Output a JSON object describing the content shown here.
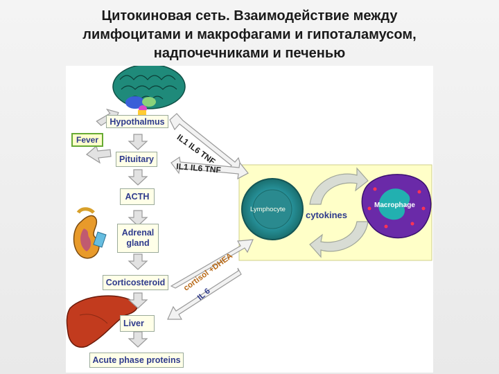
{
  "title": {
    "line1": "Цитокиновая сеть. Взаимодействие между",
    "line2": "лимфоцитами и макрофагами и гипоталамусом,",
    "line3": "надпочечниками и печенью"
  },
  "diagram": {
    "nodes": {
      "hypothalamus": "Hypothalmus",
      "fever": "Fever",
      "pituitary": "Pituitary",
      "acth": "ACTH",
      "adrenal": "Adrenal gland",
      "corticosteroid": "Corticosteroid",
      "liver": "Liver",
      "acute_phase": "Acute phase proteins"
    },
    "cells": {
      "lymphocyte": "Lymphocyte",
      "macrophage": "Macrophage",
      "cytokines": "cytokines"
    },
    "arrow_labels": {
      "to_hypothalamus": "IL1 IL6 TNF",
      "to_pituitary": "IL1 IL6 TNF",
      "from_adrenal": "cortisol +DHEA",
      "to_liver": "IL 6"
    }
  },
  "colors": {
    "box_fill": "#ffffe8",
    "box_text": "#2e3a8c",
    "panel_fill": "#ffffc8",
    "brain": "#1f8a7a",
    "liver": "#c23b1e",
    "macrophage": "#6a2aa8",
    "lymphocyte": "#2a7a7a"
  }
}
